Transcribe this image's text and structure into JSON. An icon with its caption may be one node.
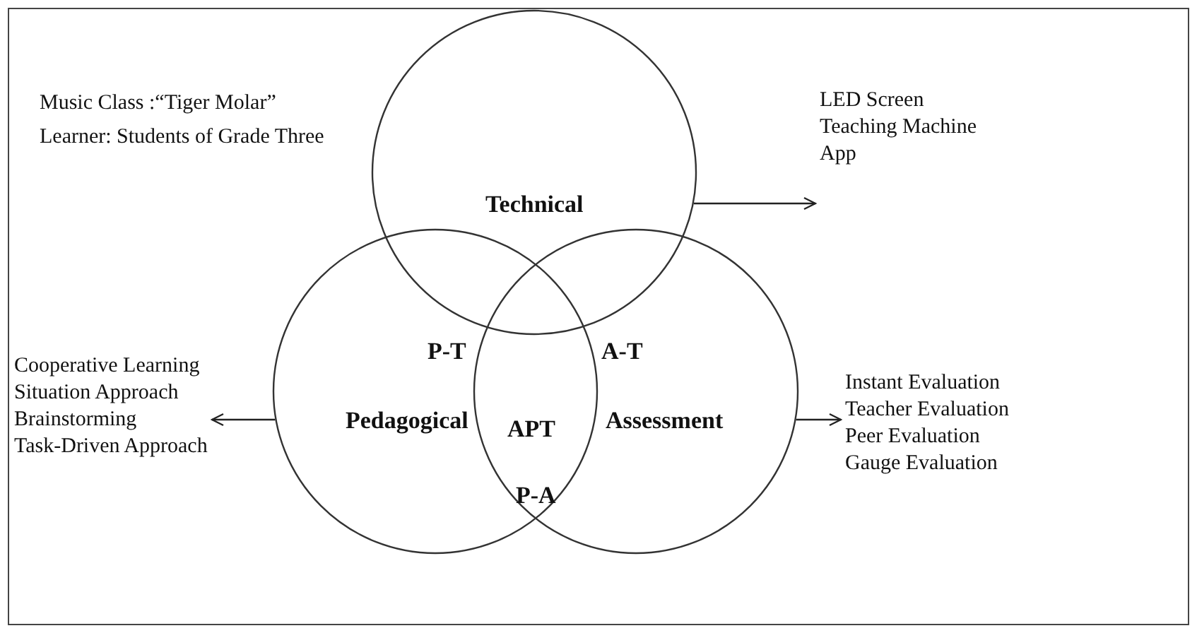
{
  "diagram": {
    "nodes": [
      {
        "text": [
          "Technical"
        ]
      },
      {
        "text": [
          "Pedagogical"
        ]
      },
      {
        "text": [
          "Assessment"
        ]
      },
      {
        "text": [
          "LED Screen",
          "Teaching Machine",
          "App"
        ]
      },
      {
        "text": [
          "Cooperative Learning",
          "Situation Approach",
          "Brainstorming",
          "Task-Driven Approach"
        ]
      },
      {
        "text": [
          "Instant Evaluation",
          "Teacher Evaluation",
          "Peer Evaluation",
          "Gauge Evaluation"
        ]
      }
    ],
    "edges": [
      {
        "from": 0,
        "to": 3,
        "arrow": "to"
      },
      {
        "from": 1,
        "to": 4,
        "arrow": "to"
      },
      {
        "from": 2,
        "to": 5,
        "arrow": "to"
      }
    ],
    "labels": [
      "Music Class :“Tiger Molar”",
      "Learner: Students of Grade Three",
      "P-T",
      "A-T",
      "APT",
      "P-A"
    ]
  }
}
